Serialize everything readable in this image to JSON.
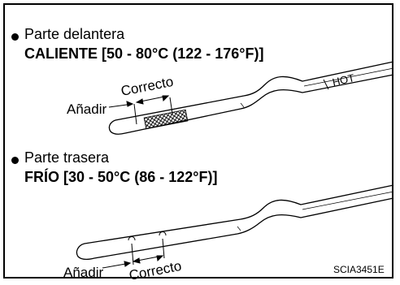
{
  "sections": [
    {
      "title": "Parte delantera",
      "condition": "CALIENTE [50 - 80°C (122 - 176°F)]",
      "mark_text": "HOT",
      "add_label": "Añadir",
      "correct_label": "Correcto"
    },
    {
      "title": "Parte trasera",
      "condition": "FRÍO [30 - 50°C (86 - 122°F)]",
      "add_label": "Añadir",
      "correct_label": "Correcto"
    }
  ],
  "figure_code": "SCIA3451E"
}
